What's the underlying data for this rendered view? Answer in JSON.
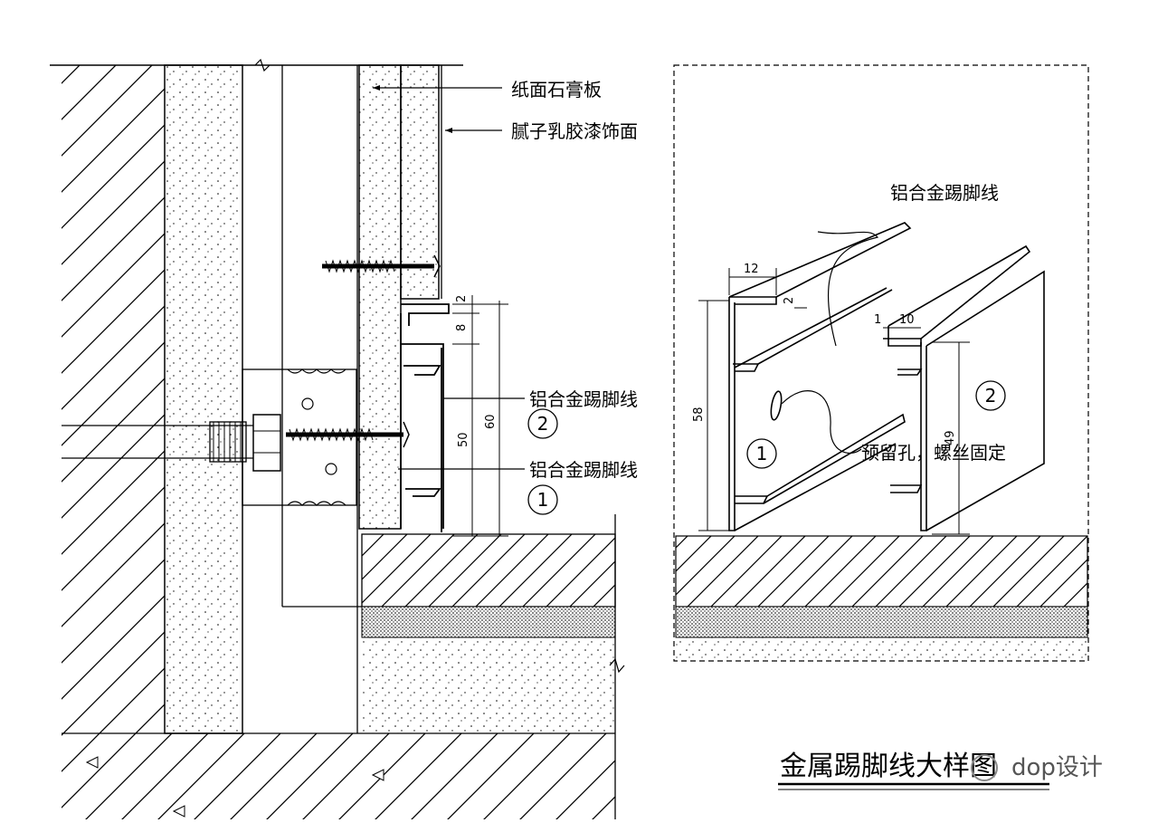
{
  "left": {
    "labels": {
      "gypsum": "纸面石膏板",
      "paint": "腻子乳胶漆饰面",
      "skirting2": "铝合金踢脚线",
      "skirting1": "铝合金踢脚线"
    },
    "markers": {
      "m2": "2",
      "m1": "1"
    },
    "dims": {
      "d2": "2",
      "d8": "8",
      "d50": "50",
      "d60": "60"
    }
  },
  "right": {
    "labels": {
      "skirting": "铝合金踢脚线",
      "hole": "预留孔，螺丝固定"
    },
    "markers": {
      "m1": "1",
      "m2": "2"
    },
    "dims": {
      "d12": "12",
      "d2": "2",
      "d1": "1",
      "d10": "10",
      "d58": "58",
      "d49": "49"
    }
  },
  "title": "金属踢脚线大样图",
  "watermark": "dop设计",
  "colors": {
    "line": "#000000",
    "background": "#ffffff"
  }
}
